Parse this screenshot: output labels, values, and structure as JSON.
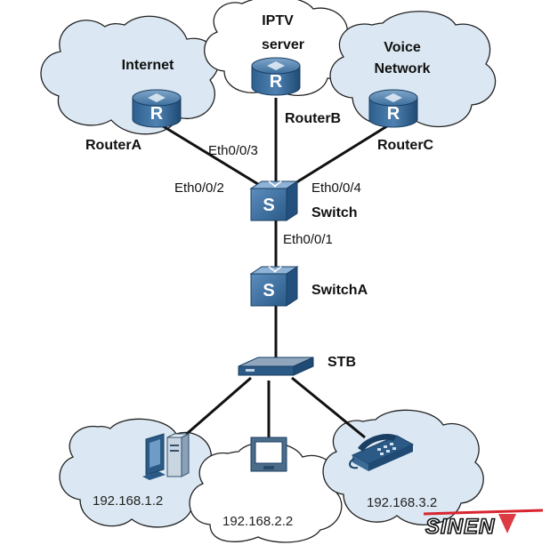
{
  "clouds": {
    "internet": "Internet",
    "iptv_line1": "IPTV",
    "iptv_line2": "server",
    "voice_line1": "Voice",
    "voice_line2": "Network"
  },
  "devices": {
    "router_a": "RouterA",
    "router_b": "RouterB",
    "router_c": "RouterC",
    "switch": "Switch",
    "switch_a": "SwitchA",
    "stb": "STB"
  },
  "ports": {
    "p2": "Eth0/0/2",
    "p3": "Eth0/0/3",
    "p4": "Eth0/0/4",
    "p1": "Eth0/0/1"
  },
  "clients": {
    "pc": "192.168.1.2",
    "tv": "192.168.2.2",
    "phone": "192.168.3.2"
  },
  "watermark": "SINEN",
  "colors": {
    "cloud_fill": "#dbe8f3",
    "device_blue": "#1f5a8e",
    "line": "#111111",
    "watermark_red": "#d8262f"
  }
}
